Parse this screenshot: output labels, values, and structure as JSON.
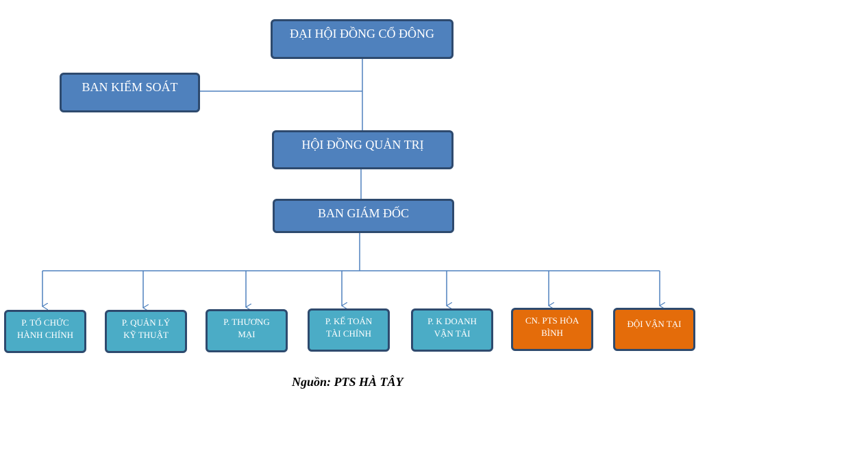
{
  "org_chart": {
    "shareholders": "ĐẠI HỘI ĐỒNG CỔ ĐÔNG",
    "supervisory": "BAN KIỂM SOÁT",
    "board": "HỘI ĐỒNG QUẢN TRỊ",
    "management": "BAN GIÁM ĐỐC",
    "departments": [
      "P. TỔ CHỨC\nHÀNH  CHÍNH",
      "P. QUẢN LÝ\nKỸ  THUẬT",
      "P. THƯƠNG\nMẠI",
      "P. KẾ  TOÁN\nTÀI CHÍNH",
      "P. K DOANH\nVẬN TẢI",
      "CN. PTS HÒA\nBÌNH",
      "ĐỘI VẬN TẠI"
    ]
  },
  "source": "Nguồn: PTS HÀ TÂY",
  "colors": {
    "top_fill": "#4f81bd",
    "dept_fill": "#4bacc6",
    "branch_fill": "#e46c0a",
    "border": "#2e4a6e",
    "connector": "#4f81bd"
  }
}
